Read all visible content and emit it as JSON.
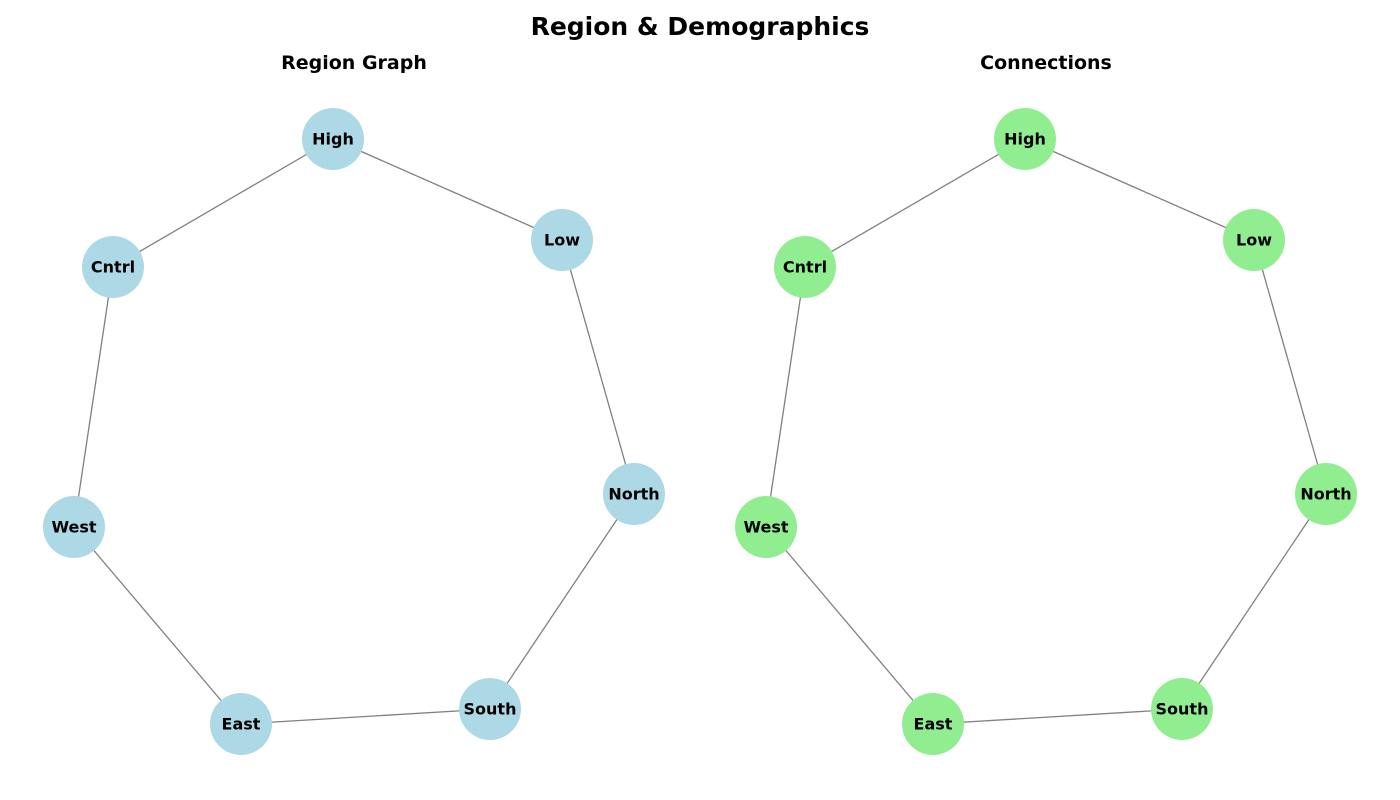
{
  "title": "Region & Demographics",
  "edge_color": "#808080",
  "graphs": [
    {
      "title": "Region Graph",
      "node_color": "#add8e6",
      "nodes": [
        "High",
        "Low",
        "North",
        "South",
        "East",
        "West",
        "Cntrl"
      ],
      "edges": [
        [
          "High",
          "Low"
        ],
        [
          "Low",
          "North"
        ],
        [
          "North",
          "South"
        ],
        [
          "South",
          "East"
        ],
        [
          "East",
          "West"
        ],
        [
          "West",
          "Cntrl"
        ],
        [
          "Cntrl",
          "High"
        ]
      ]
    },
    {
      "title": "Connections",
      "node_color": "#90ee90",
      "nodes": [
        "High",
        "Low",
        "North",
        "South",
        "East",
        "West",
        "Cntrl"
      ],
      "edges": [
        [
          "High",
          "Low"
        ],
        [
          "Low",
          "North"
        ],
        [
          "North",
          "South"
        ],
        [
          "South",
          "East"
        ],
        [
          "East",
          "West"
        ],
        [
          "West",
          "Cntrl"
        ],
        [
          "Cntrl",
          "High"
        ]
      ]
    }
  ]
}
